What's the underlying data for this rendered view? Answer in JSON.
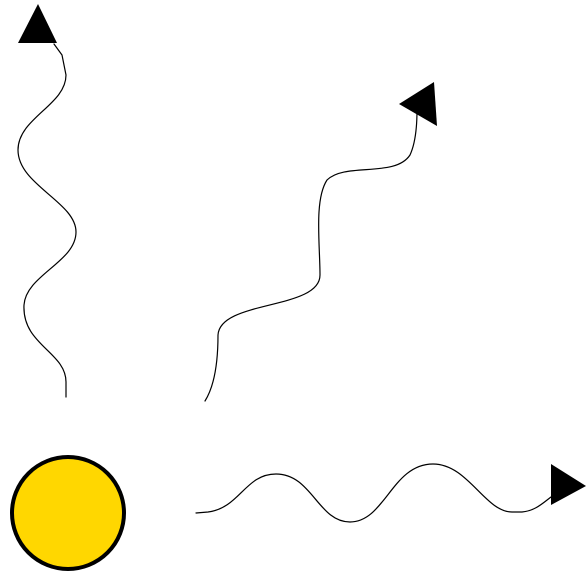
{
  "diagram": {
    "background_color": "#ffffff",
    "line_color": "#000000",
    "sun": {
      "icon": "sun-icon",
      "fill_color": "#FFD700",
      "stroke_color": "#000000"
    },
    "waves": [
      {
        "name": "wave-vertical-left",
        "direction": "up",
        "shape": "sine-wave"
      },
      {
        "name": "wave-diagonal-middle",
        "direction": "up-right",
        "shape": "sine-wave"
      },
      {
        "name": "wave-horizontal-bottom",
        "direction": "right",
        "shape": "sine-wave"
      }
    ]
  }
}
